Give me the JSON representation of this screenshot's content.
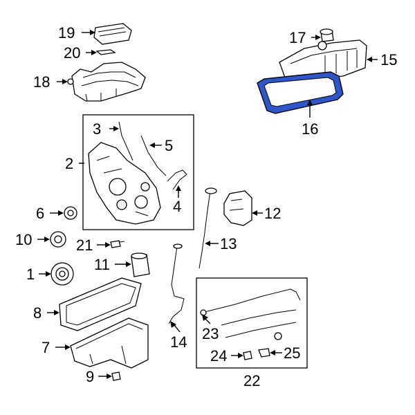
{
  "callouts": {
    "c1": "1",
    "c2": "2",
    "c3": "3",
    "c4": "4",
    "c5": "5",
    "c6": "6",
    "c7": "7",
    "c8": "8",
    "c9": "9",
    "c10": "10",
    "c11": "11",
    "c12": "12",
    "c13": "13",
    "c14": "14",
    "c15": "15",
    "c16": "16",
    "c17": "17",
    "c18": "18",
    "c19": "19",
    "c20": "20",
    "c21": "21",
    "c22": "22",
    "c23": "23",
    "c24": "24",
    "c25": "25"
  },
  "colors": {
    "highlight": "#2e56c9",
    "line": "#000000",
    "background": "#ffffff"
  }
}
